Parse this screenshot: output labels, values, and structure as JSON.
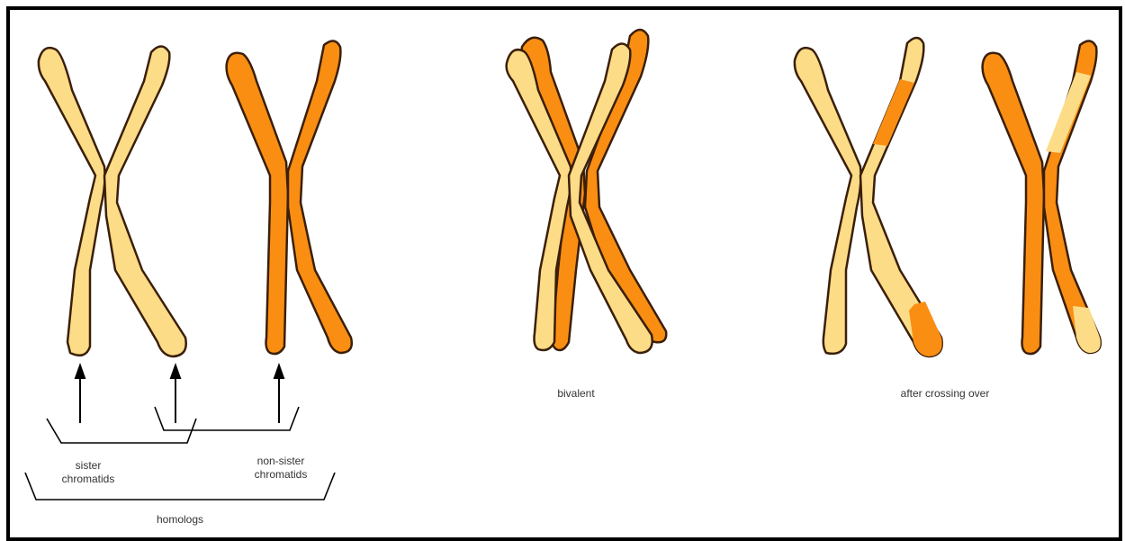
{
  "colors": {
    "light": "#FDDC87",
    "dark": "#FA8E12",
    "outline": "#3A1F0A",
    "border": "#000000"
  },
  "labels": {
    "sister": "sister",
    "chromatids": "chromatids",
    "non_sister": "non-sister",
    "non_sister_chromatids": "chromatids",
    "homologs": "homologs",
    "bivalent": "bivalent",
    "after_crossing_over": "after crossing over"
  }
}
